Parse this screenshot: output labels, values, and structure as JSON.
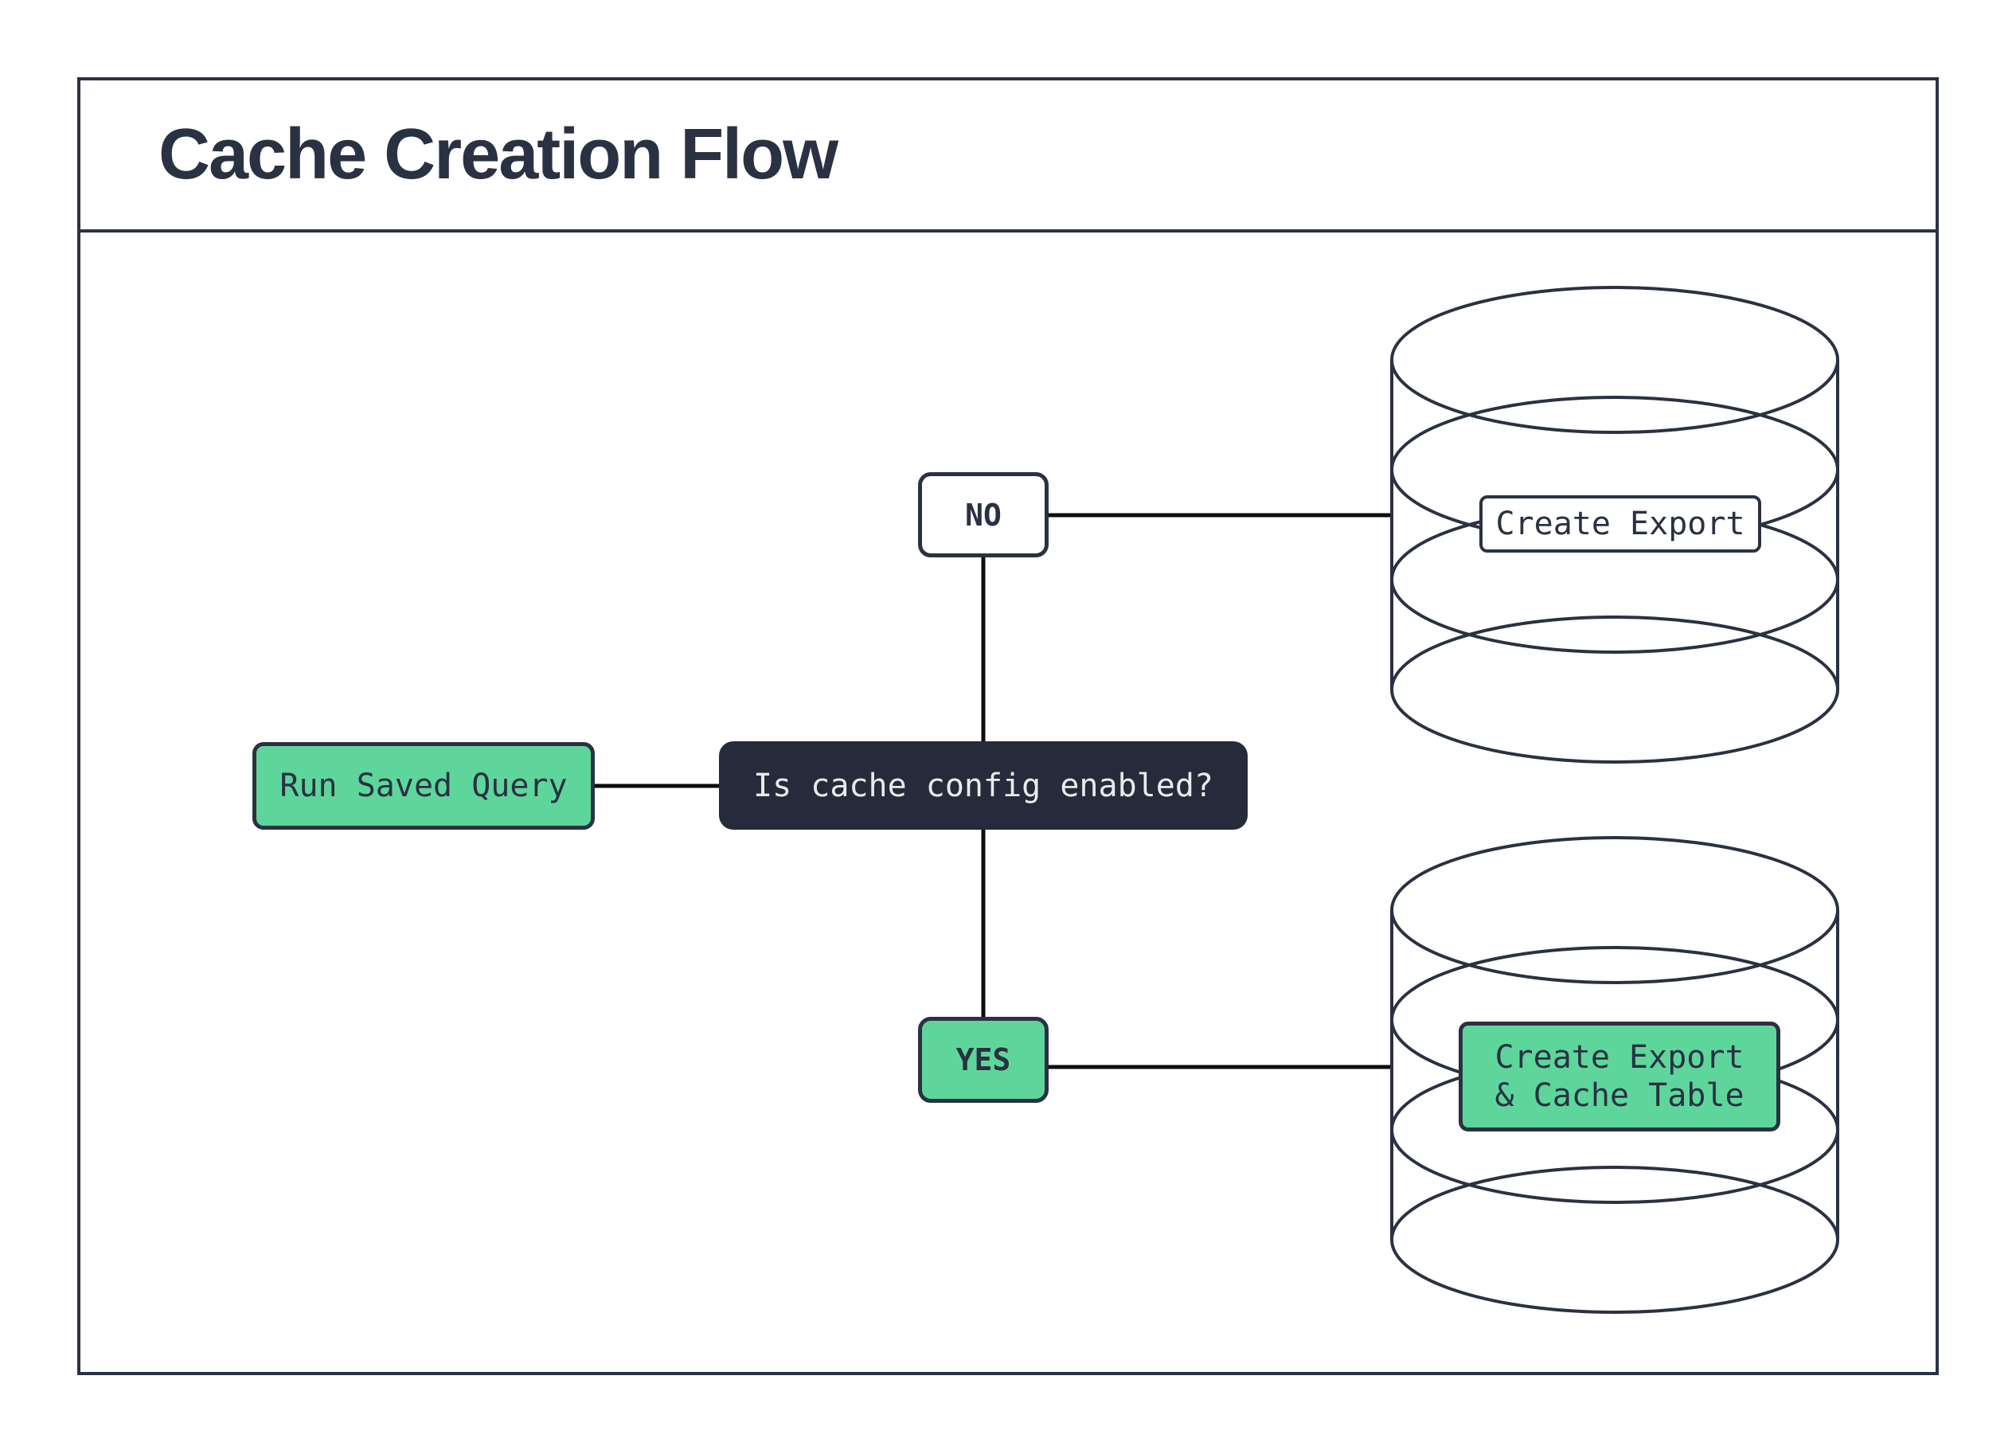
{
  "colors": {
    "ink": "#2a3142",
    "dark_fill": "#252b3a",
    "green": "#5ed69b",
    "line": "#0d0d0d",
    "text_light": "#e9eaec",
    "bg": "#ffffff"
  },
  "header": {
    "title": "Cache Creation Flow"
  },
  "flow": {
    "start": {
      "label": "Run Saved Query"
    },
    "decision": {
      "label": "Is cache config enabled?"
    },
    "branches": {
      "no": {
        "label": "NO"
      },
      "yes": {
        "label": "YES"
      }
    },
    "outcomes": {
      "export_db": {
        "label": "Create Export"
      },
      "cache_db": {
        "label_line1": "Create Export",
        "label_line2": "& Cache Table"
      }
    }
  }
}
